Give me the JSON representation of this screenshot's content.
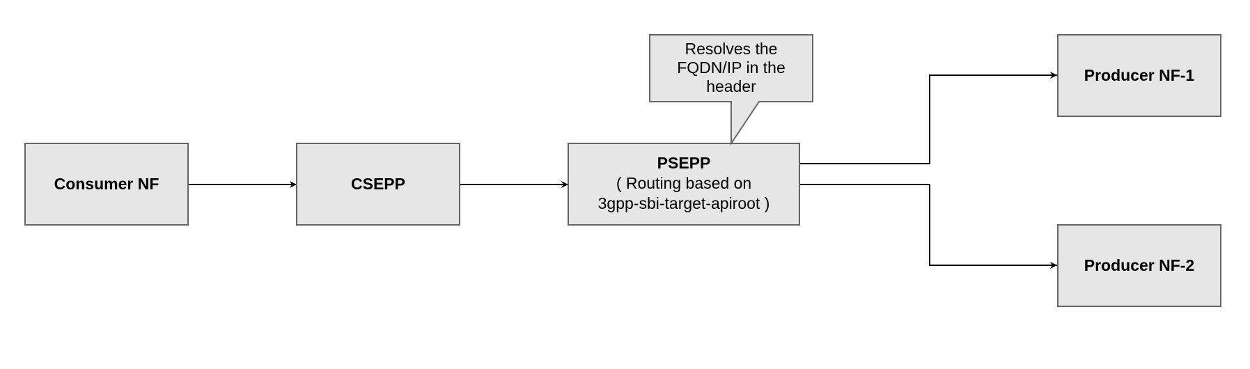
{
  "diagram": {
    "nodes": {
      "consumer_nf": {
        "label": "Consumer NF"
      },
      "csepp": {
        "label": "CSEPP"
      },
      "psepp": {
        "title": "PSEPP",
        "line2": "( Routing based on",
        "line3": "3gpp-sbi-target-apiroot )"
      },
      "producer_nf_1": {
        "label": "Producer NF-1"
      },
      "producer_nf_2": {
        "label": "Producer NF-2"
      }
    },
    "callout": {
      "line1": "Resolves the",
      "line2": "FQDN/IP in the",
      "line3": "header"
    },
    "edges": [
      {
        "from": "Consumer NF",
        "to": "CSEPP"
      },
      {
        "from": "CSEPP",
        "to": "PSEPP"
      },
      {
        "from": "PSEPP",
        "to": "Producer NF-1"
      },
      {
        "from": "PSEPP",
        "to": "Producer NF-2"
      }
    ],
    "colors": {
      "node_fill": "#e6e6e6",
      "node_stroke": "#666666",
      "edge": "#000000",
      "text": "#000000"
    }
  }
}
